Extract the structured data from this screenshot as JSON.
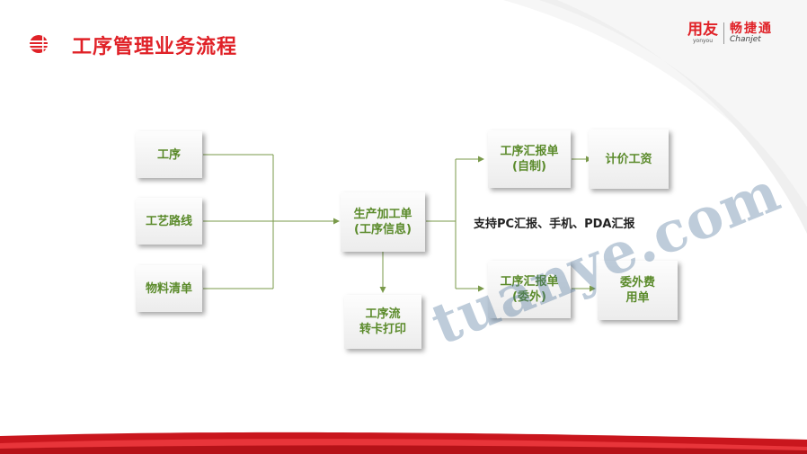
{
  "title": "工序管理业务流程",
  "brand": {
    "yonyou_cn": "用友",
    "yonyou_en": "yonyou",
    "chanjet_cn": "畅捷通",
    "chanjet_en": "Chanjet"
  },
  "nodes": {
    "process": "工序",
    "routing": "工艺路线",
    "bom": "物料清单",
    "work_order": "生产加工单\n(工序信息)",
    "transfer_card": "工序流\n转卡打印",
    "report_self": "工序汇报单\n(自制)",
    "piece_wage": "计价工资",
    "report_outsource": "工序汇报单\n(委外)",
    "outsource_fee": "委外费\n用单"
  },
  "note": "支持PC汇报、手机、PDA汇报",
  "watermark": "tuanye.com",
  "colors": {
    "accent_red": "#e02127",
    "node_text": "#5a8a2a",
    "connector": "#7a9a4a"
  }
}
